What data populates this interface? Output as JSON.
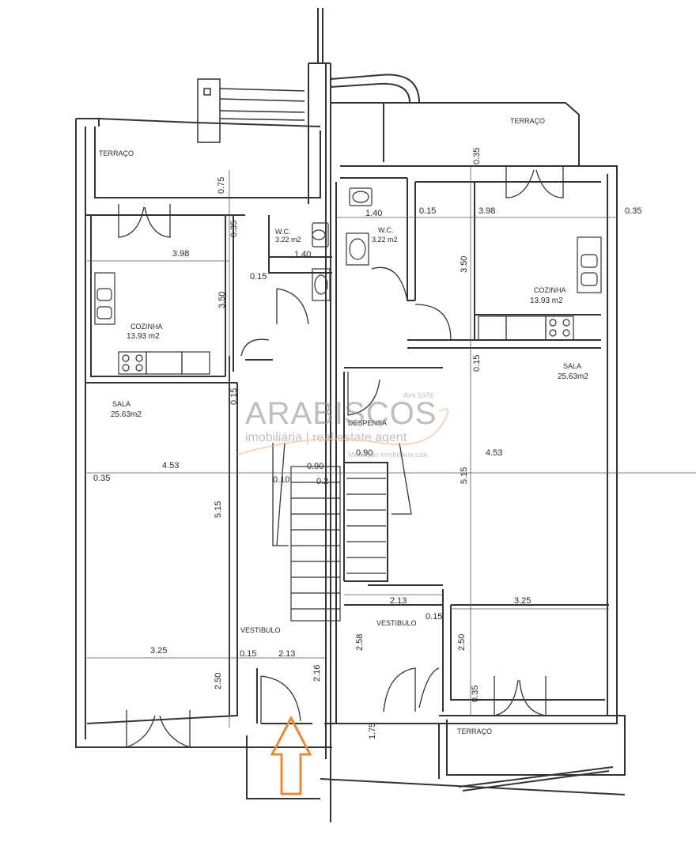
{
  "labels": {
    "terraco_top_left": "TERRAÇO",
    "terraco_top_right": "TERRAÇO",
    "terraco_bottom": "TERRAÇO",
    "wc_left": "W.C.",
    "wc_left_area": "3.22 m2",
    "wc_right": "W.C.",
    "wc_right_area": "3.22 m2",
    "cozinha_left": "COZINHA",
    "cozinha_left_area": "13.93  m2",
    "cozinha_right": "COZINHA",
    "cozinha_right_area": "13.93  m2",
    "sala_left": "SALA",
    "sala_left_area": "25.63m2",
    "sala_right": "SALA",
    "sala_right_area": "25.63m2",
    "despensa": "DESPENSA",
    "vestibulo_left": "VESTIBULO",
    "vestibulo_right": "VESTIBULO"
  },
  "dimensions": {
    "d_075": "0.75",
    "d_035_top_left": "0.35",
    "d_398_left": "3.98",
    "d_140_left": "1.40",
    "d_015_left_wc": "0.15",
    "d_350_left": "3.50",
    "d_015_left_sala": "0.15",
    "d_453_left": "4.53",
    "d_035_left": "0.35",
    "d_010": "0.10",
    "d_090_left": "0.90",
    "d_02": "0.2",
    "d_515_left": "5.15",
    "d_325_left": "3.25",
    "d_015_vest_left": "0.15",
    "d_213_left": "2.13",
    "d_216": "2.16",
    "d_250_left": "2.50",
    "d_035_top_right": "0.35",
    "d_140_right": "1.40",
    "d_015_right": "0.15",
    "d_398_right": "3.98",
    "d_035_right_edge": "0.35",
    "d_350_right": "3.50",
    "d_015_right_sala": "0.15",
    "d_090_right": "0.90",
    "d_453_right": "4.53",
    "d_515_right": "5.15",
    "d_213_right": "2.13",
    "d_015_vest_right": "0.15",
    "d_325_right": "3.25",
    "d_258": "2.58",
    "d_250_right": "2.50",
    "d_035_bottom_right": "0.35",
    "d_175": "1.75"
  },
  "watermark": {
    "brand": "ARABISCOS",
    "tagline": "imobiliária | real estate agent",
    "license": "Ami 5976",
    "company": "Mediação Imobiliária Lda"
  },
  "colors": {
    "line": "#333333",
    "arrow": "#e8893a",
    "watermark": "#8a8a8a",
    "watermark_swirl": "#f0b48a"
  },
  "icons": [
    "entrance-arrow-icon",
    "stove-icon",
    "sink-icon",
    "toilet-icon",
    "washbasin-icon"
  ]
}
